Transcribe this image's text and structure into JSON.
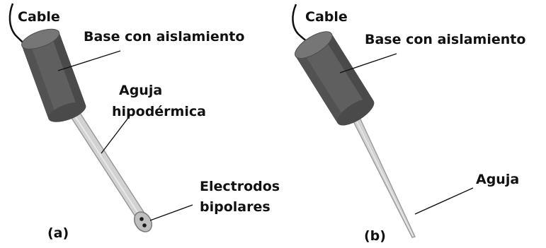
{
  "panel_a": {
    "cable": "Cable",
    "base": "Base con aislamiento",
    "needle_line1": "Aguja",
    "needle_line2": "hipodérmica",
    "electrodes_line1": "Electrodos",
    "electrodes_line2": "bipolares",
    "caption": "(a)"
  },
  "panel_b": {
    "cable": "Cable",
    "base": "Base con aislamiento",
    "needle": "Aguja",
    "caption": "(b)"
  },
  "colors": {
    "base_body": "#5f5f5f",
    "base_dark": "#474747",
    "base_top": "#767676",
    "needle_fill": "#cfcfcf",
    "needle_edge": "#9a9a9a",
    "leader": "#111111"
  }
}
